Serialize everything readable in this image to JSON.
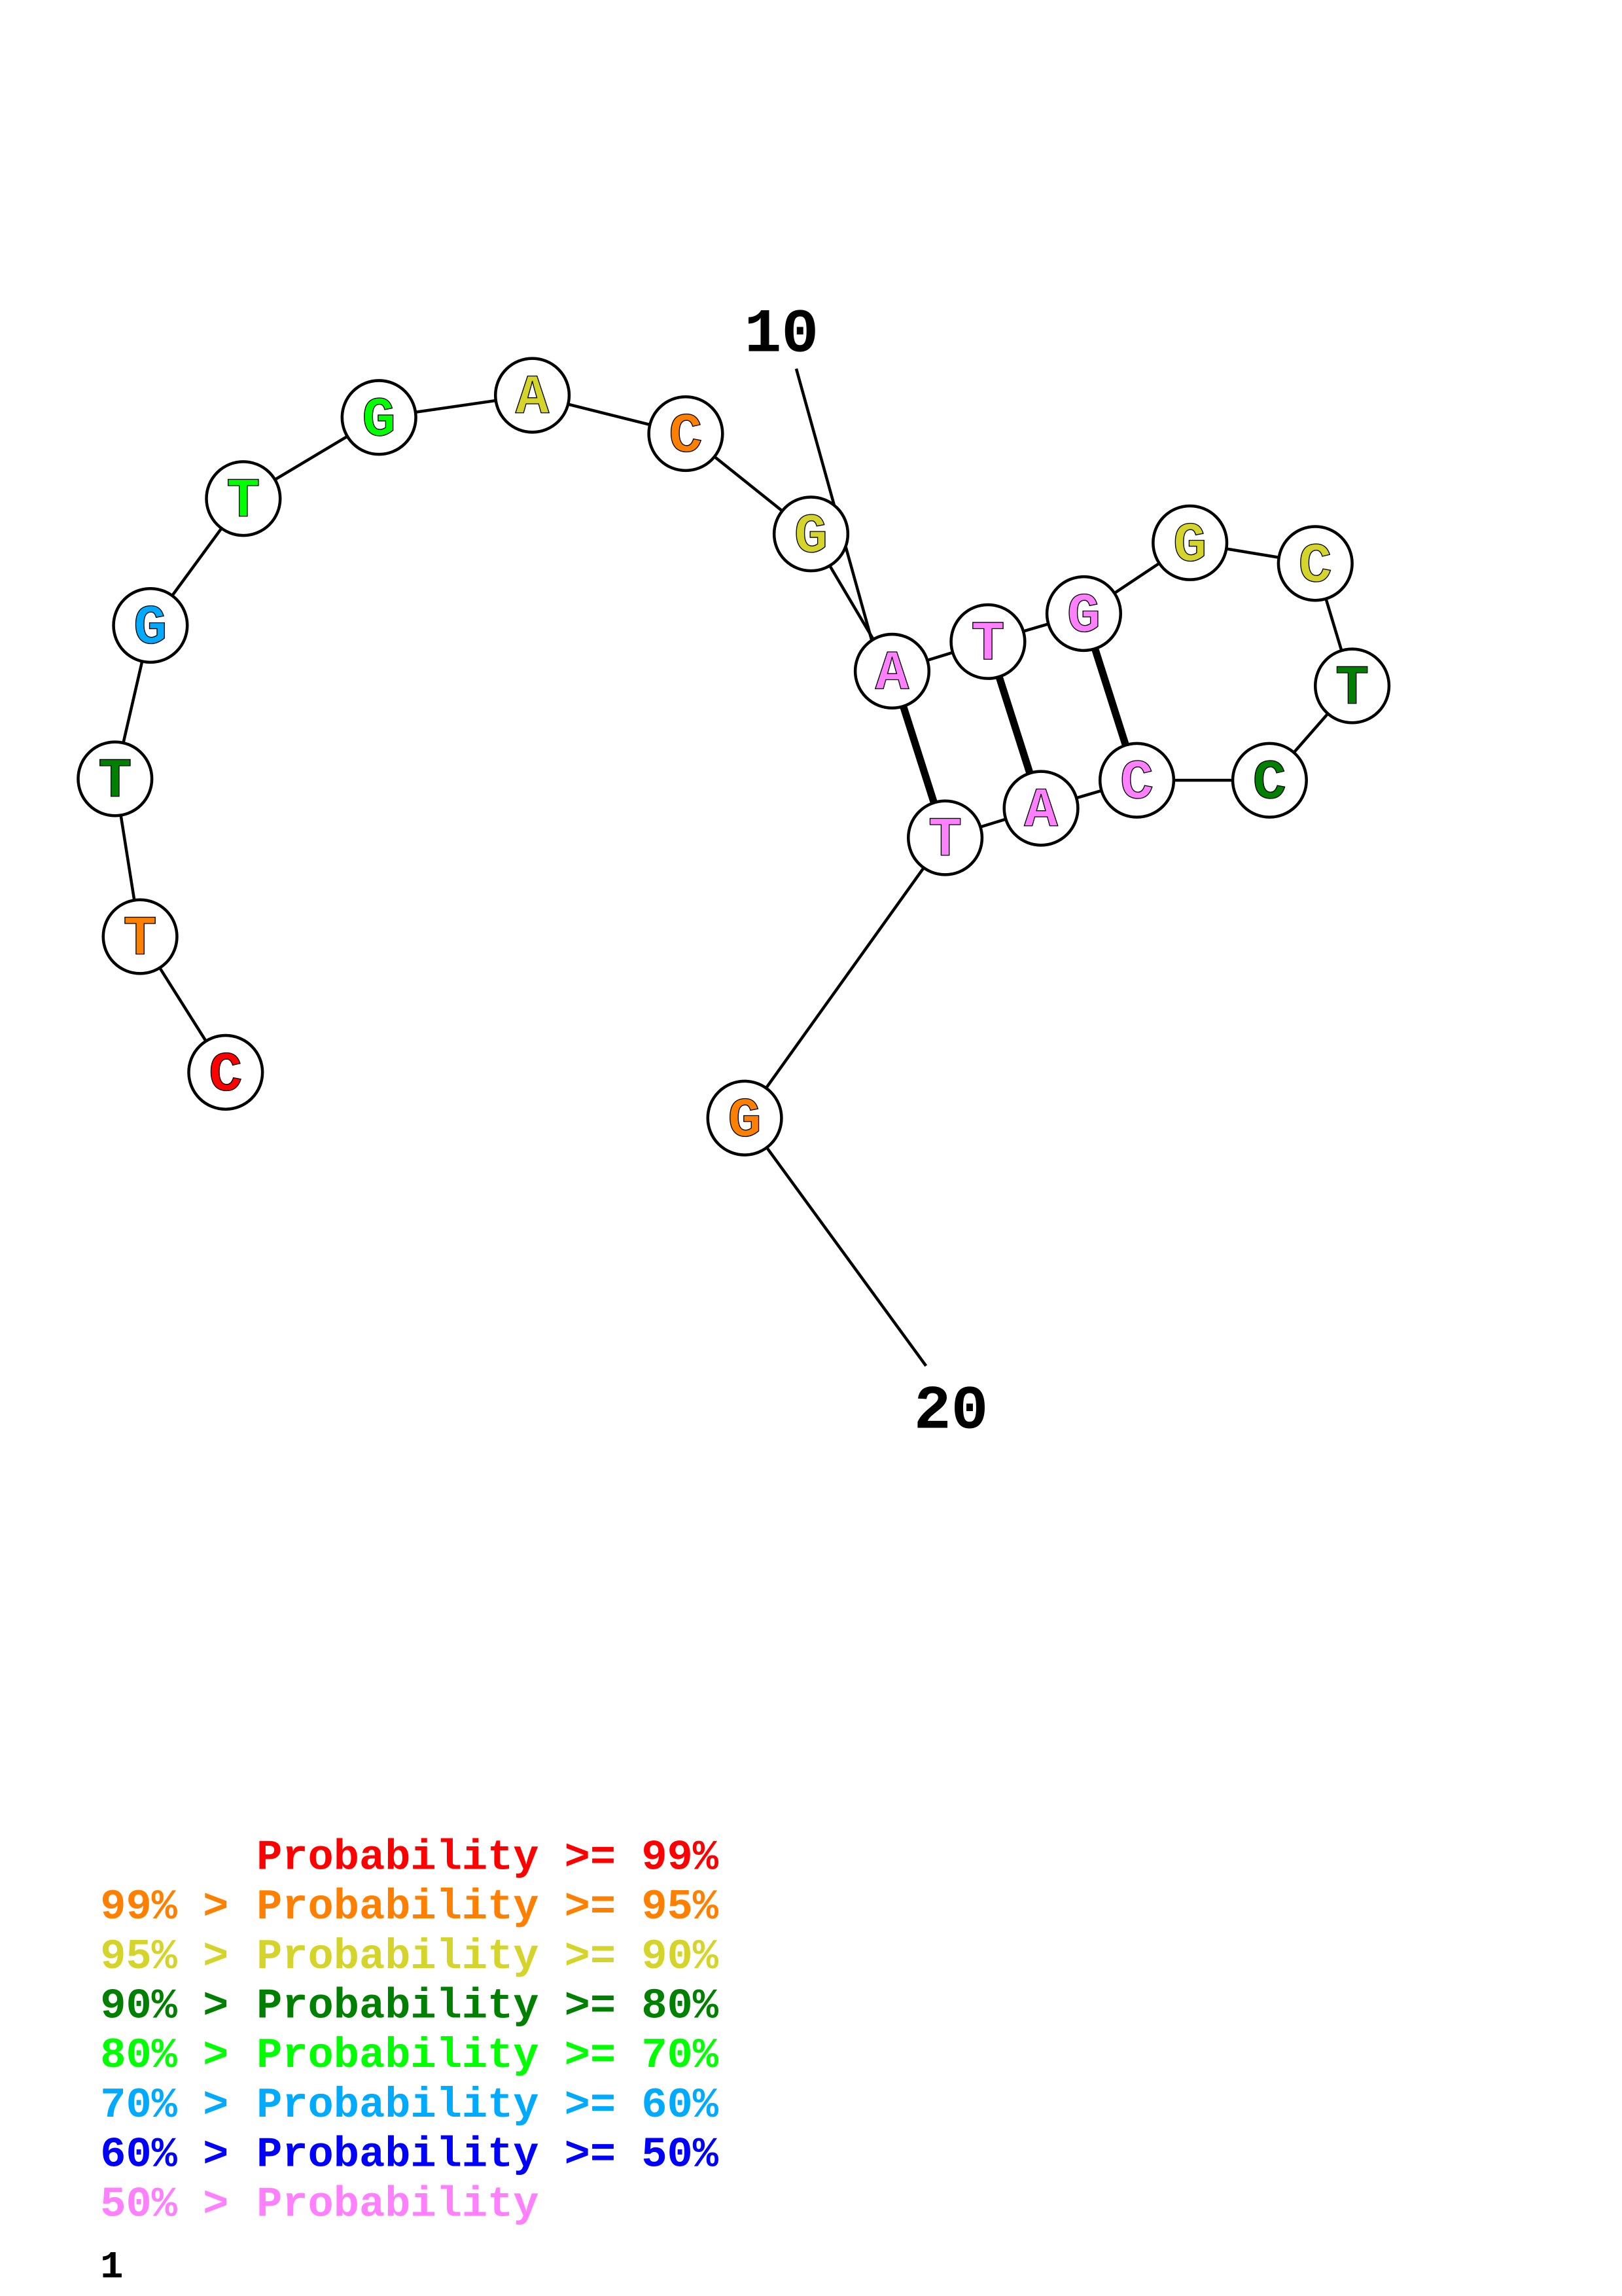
{
  "structure": {
    "nucleotides": [
      {
        "base": "C",
        "color": "#ff0000"
      },
      {
        "base": "T",
        "color": "#ff8000"
      },
      {
        "base": "T",
        "color": "#008000"
      },
      {
        "base": "G",
        "color": "#00aaff"
      },
      {
        "base": "T",
        "color": "#00ff00"
      },
      {
        "base": "G",
        "color": "#00ff00"
      },
      {
        "base": "A",
        "color": "#d4d42a"
      },
      {
        "base": "C",
        "color": "#ff8000"
      },
      {
        "base": "G",
        "color": "#d4d42a"
      },
      {
        "base": "A",
        "color": "#ff80ff"
      },
      {
        "base": "T",
        "color": "#ff80ff"
      },
      {
        "base": "G",
        "color": "#ff80ff"
      },
      {
        "base": "G",
        "color": "#d4d42a"
      },
      {
        "base": "C",
        "color": "#d4d42a"
      },
      {
        "base": "T",
        "color": "#008000"
      },
      {
        "base": "C",
        "color": "#008000"
      },
      {
        "base": "C",
        "color": "#ff80ff"
      },
      {
        "base": "A",
        "color": "#ff80ff"
      },
      {
        "base": "T",
        "color": "#ff80ff"
      },
      {
        "base": "G",
        "color": "#ff8000"
      }
    ],
    "pairs": [
      [
        10,
        19
      ],
      [
        11,
        18
      ],
      [
        12,
        17
      ]
    ],
    "position_labels": [
      {
        "index": 10,
        "text": "10"
      },
      {
        "index": 20,
        "text": "20"
      }
    ]
  },
  "legend": [
    {
      "prefix": "",
      "label": "Probability >= 99%",
      "color": "#ff0000"
    },
    {
      "prefix": "99% >",
      "label": "Probability >= 95%",
      "color": "#ff8000"
    },
    {
      "prefix": "95% >",
      "label": "Probability >= 90%",
      "color": "#d4d42a"
    },
    {
      "prefix": "90% >",
      "label": "Probability >= 80%",
      "color": "#008000"
    },
    {
      "prefix": "80% >",
      "label": "Probability >= 70%",
      "color": "#00ff00"
    },
    {
      "prefix": "70% >",
      "label": "Probability >= 60%",
      "color": "#00aaff"
    },
    {
      "prefix": "60% >",
      "label": "Probability >= 50%",
      "color": "#0000ff"
    },
    {
      "prefix": "50% >",
      "label": "Probability",
      "color": "#ff80ff"
    }
  ],
  "page_number": "1"
}
